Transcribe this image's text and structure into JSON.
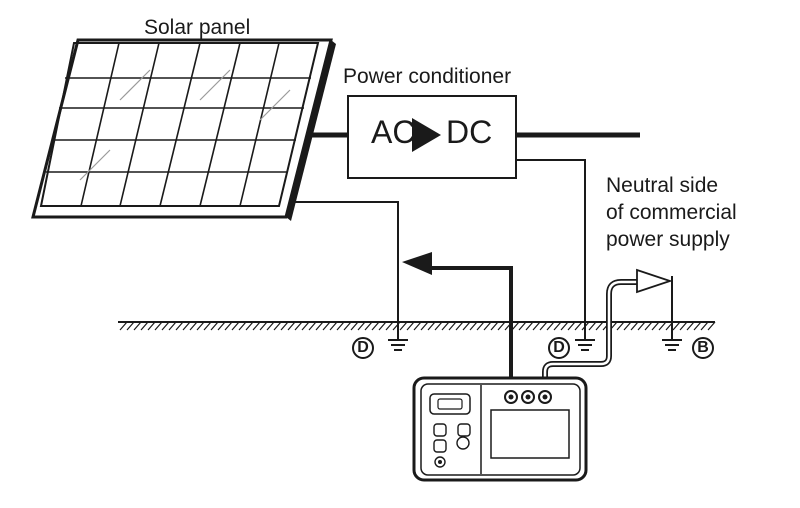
{
  "labels": {
    "solar_panel": "Solar panel",
    "power_conditioner": "Power conditioner",
    "ac": "AC",
    "dc": "DC",
    "neutral_line1": "Neutral side",
    "neutral_line2": "of commercial",
    "neutral_line3": "power supply",
    "ground_d_left": "D",
    "ground_d_mid": "D",
    "ground_b": "B"
  },
  "colors": {
    "line": "#1a1a1a",
    "background": "#ffffff"
  }
}
